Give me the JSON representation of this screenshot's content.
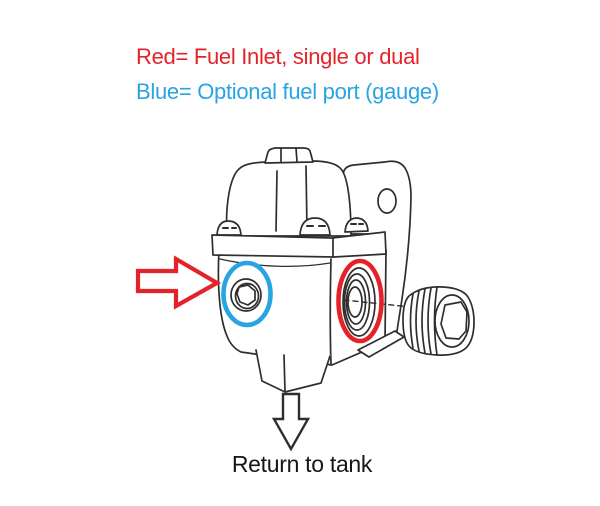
{
  "legend": {
    "red_label": "Red= Fuel Inlet, single or dual",
    "blue_label": "Blue= Optional fuel port (gauge)",
    "return_label": "Return to tank"
  },
  "colors": {
    "red": "#e32329",
    "blue": "#28a4e3",
    "ink": "#2e2e2e",
    "background": "#ffffff"
  },
  "diagram": {
    "subject": "fuel pressure regulator line drawing",
    "callouts": [
      {
        "marker": "red-ring",
        "meaning": "Fuel inlet port (single or dual)"
      },
      {
        "marker": "blue-ring",
        "meaning": "Optional fuel port (gauge)"
      },
      {
        "marker": "red-arrow",
        "meaning": "points at inlet side of regulator"
      },
      {
        "marker": "down-arrow",
        "meaning": "Return to tank outlet"
      }
    ]
  }
}
